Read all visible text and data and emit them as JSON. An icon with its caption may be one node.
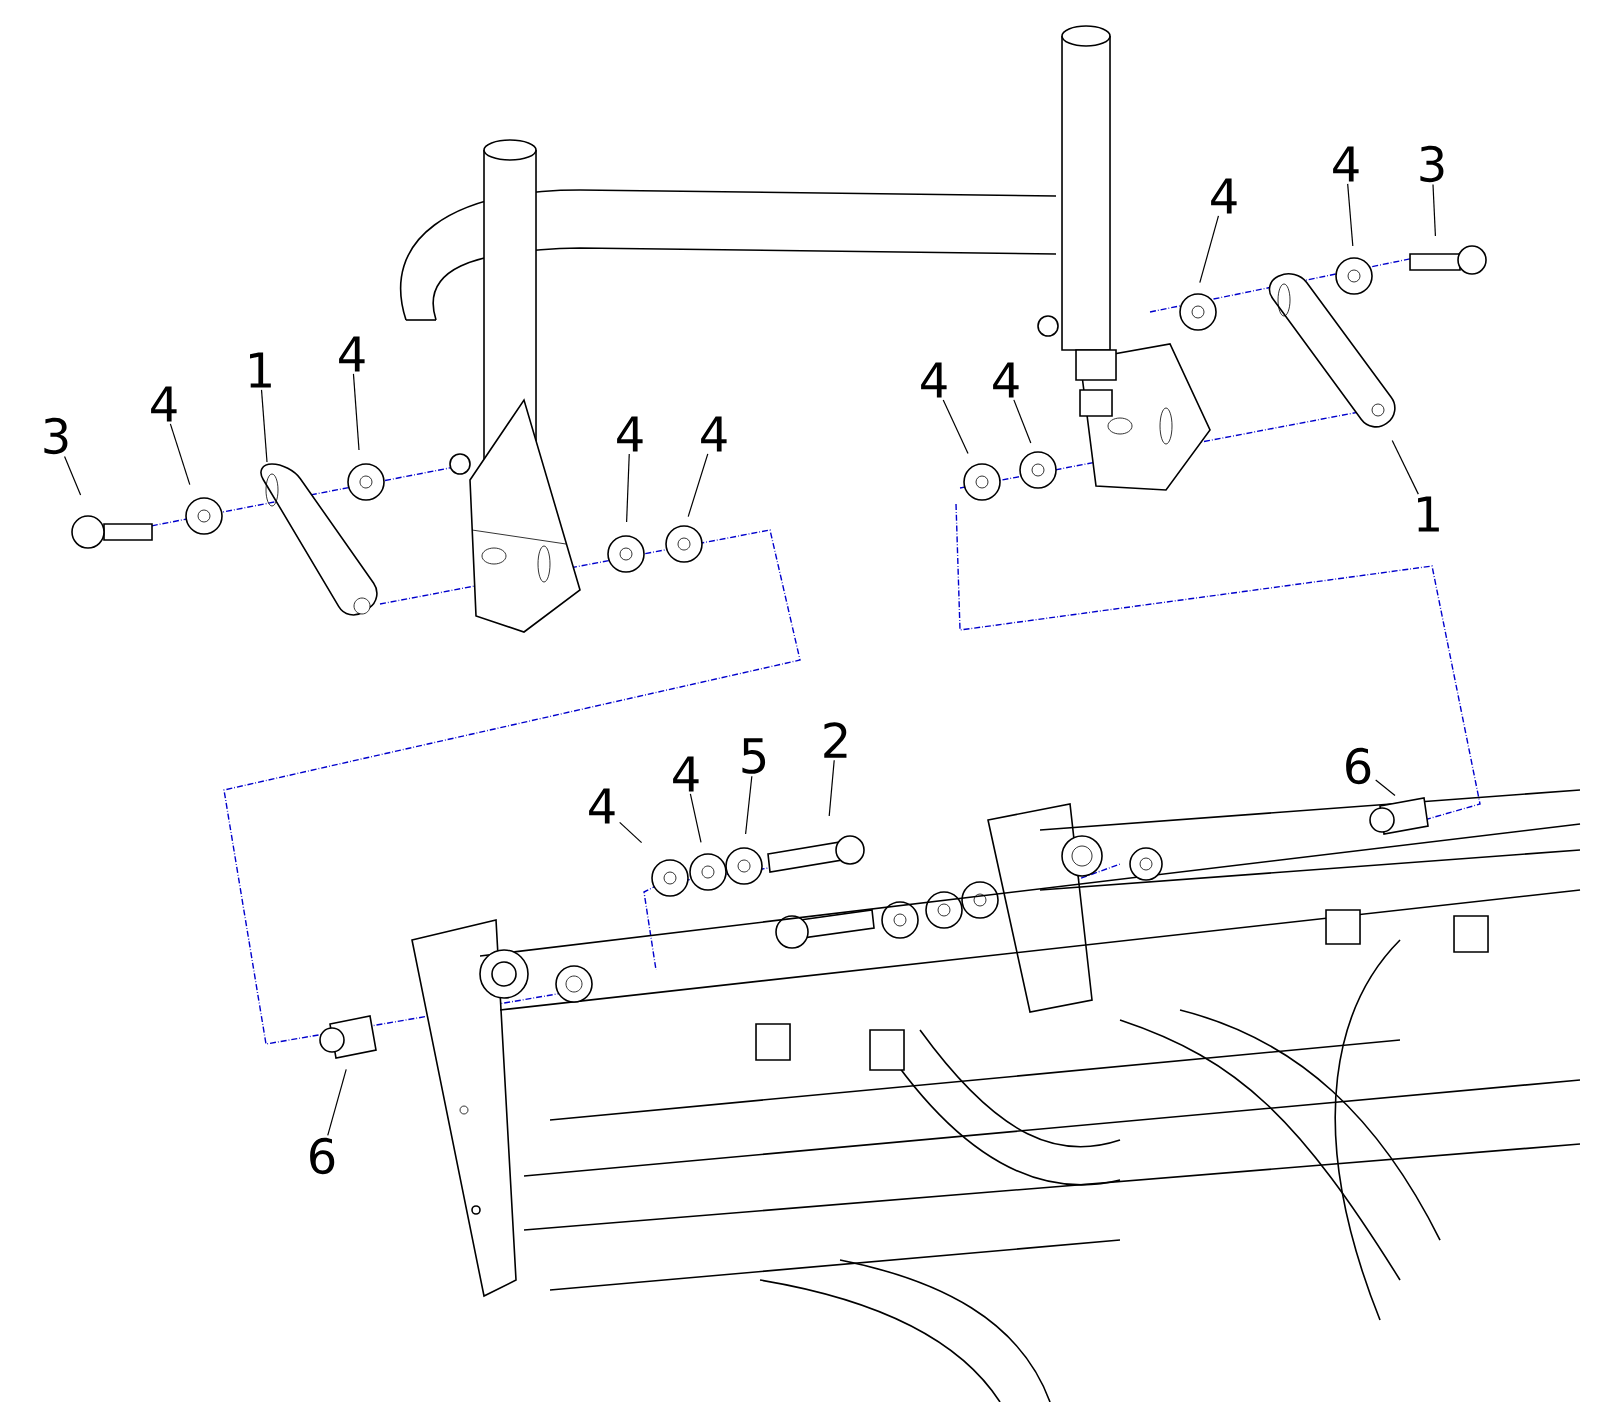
{
  "diagram": {
    "nodes": [
      {
        "text": [
          "3"
        ]
      },
      {
        "text": [
          "4"
        ]
      },
      {
        "text": [
          "1"
        ]
      },
      {
        "text": [
          "4"
        ]
      },
      {
        "text": [
          "4"
        ]
      },
      {
        "text": [
          "4"
        ]
      },
      {
        "text": [
          "4"
        ]
      },
      {
        "text": [
          "4"
        ]
      },
      {
        "text": [
          "3"
        ]
      },
      {
        "text": [
          "4"
        ]
      },
      {
        "text": [
          "4"
        ]
      },
      {
        "text": [
          "1"
        ]
      },
      {
        "text": [
          "4"
        ]
      },
      {
        "text": [
          "4"
        ]
      },
      {
        "text": [
          "5"
        ]
      },
      {
        "text": [
          "2"
        ]
      },
      {
        "text": [
          "6"
        ]
      },
      {
        "text": [
          "6"
        ]
      }
    ],
    "edges": [
      {
        "from": 0,
        "to": null,
        "arrow": "none"
      },
      {
        "from": 1,
        "to": null,
        "arrow": "none"
      },
      {
        "from": 2,
        "to": null,
        "arrow": "none"
      },
      {
        "from": 3,
        "to": null,
        "arrow": "none"
      },
      {
        "from": 4,
        "to": null,
        "arrow": "none"
      },
      {
        "from": 5,
        "to": null,
        "arrow": "none"
      },
      {
        "from": 6,
        "to": null,
        "arrow": "none"
      },
      {
        "from": 7,
        "to": null,
        "arrow": "none"
      },
      {
        "from": 8,
        "to": null,
        "arrow": "none"
      },
      {
        "from": 9,
        "to": null,
        "arrow": "none"
      },
      {
        "from": 10,
        "to": null,
        "arrow": "none"
      },
      {
        "from": 11,
        "to": null,
        "arrow": "none"
      },
      {
        "from": 12,
        "to": null,
        "arrow": "none"
      },
      {
        "from": 13,
        "to": null,
        "arrow": "none"
      },
      {
        "from": 14,
        "to": null,
        "arrow": "none"
      },
      {
        "from": 15,
        "to": null,
        "arrow": "none"
      },
      {
        "from": 16,
        "to": null,
        "arrow": "none"
      },
      {
        "from": 17,
        "to": null,
        "arrow": "none"
      }
    ]
  }
}
